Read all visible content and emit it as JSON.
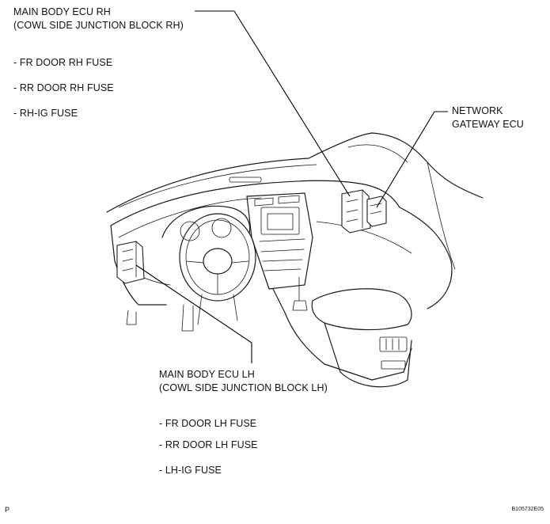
{
  "labels": {
    "ecu_rh_line1": "MAIN BODY ECU RH",
    "ecu_rh_line2": "(COWL SIDE JUNCTION BLOCK RH)",
    "fuse_fr_door_rh": "- FR DOOR RH FUSE",
    "fuse_rr_door_rh": "- RR DOOR RH FUSE",
    "fuse_rh_ig": "- RH-IG FUSE",
    "gateway_line1": "NETWORK",
    "gateway_line2": "GATEWAY ECU",
    "ecu_lh_line1": "MAIN BODY ECU LH",
    "ecu_lh_line2": "(COWL SIDE JUNCTION BLOCK LH)",
    "fuse_fr_door_lh": "- FR DOOR LH FUSE",
    "fuse_rr_door_lh": "- RR DOOR LH FUSE",
    "fuse_lh_ig": "- LH-IG FUSE"
  },
  "footer": {
    "left_mark": "P",
    "figure_code": "B105732E05"
  }
}
